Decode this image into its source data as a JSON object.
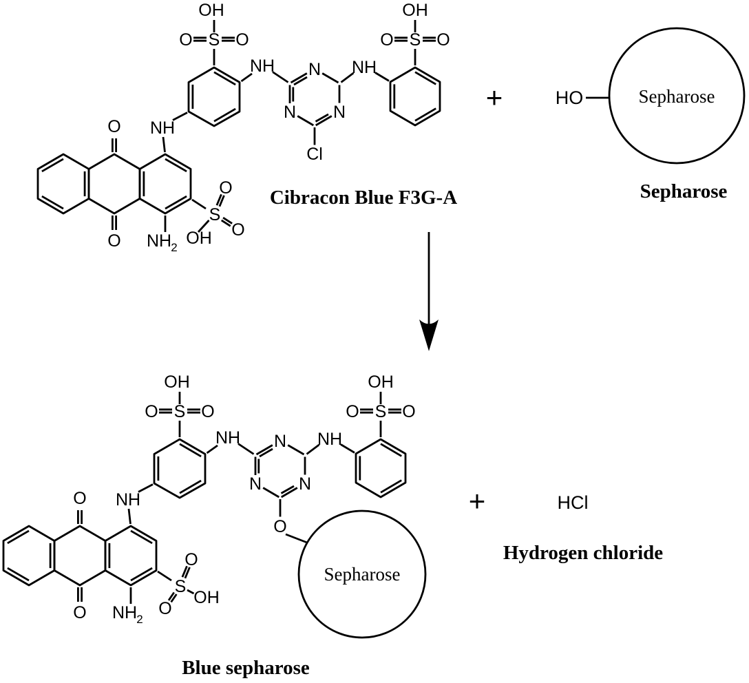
{
  "colors": {
    "ink": "#000000",
    "background": "#ffffff"
  },
  "atoms": {
    "O": "O",
    "S": "S",
    "N": "N",
    "NH": "NH",
    "NH2": "NH",
    "sub2": "2",
    "OH": "OH",
    "Cl": "Cl"
  },
  "operators": {
    "plus": "+"
  },
  "molecules": {
    "reactant": {
      "name": "Cibracon Blue F3G-A"
    },
    "reagent": {
      "name": "Sepharose",
      "bead_text": "Sepharose",
      "attachment_group": "HO"
    },
    "product": {
      "name": "Blue sepharose",
      "bead_text": "Sepharose"
    },
    "byproduct": {
      "name": "Hydrogen chloride",
      "formula": "HCl"
    }
  }
}
